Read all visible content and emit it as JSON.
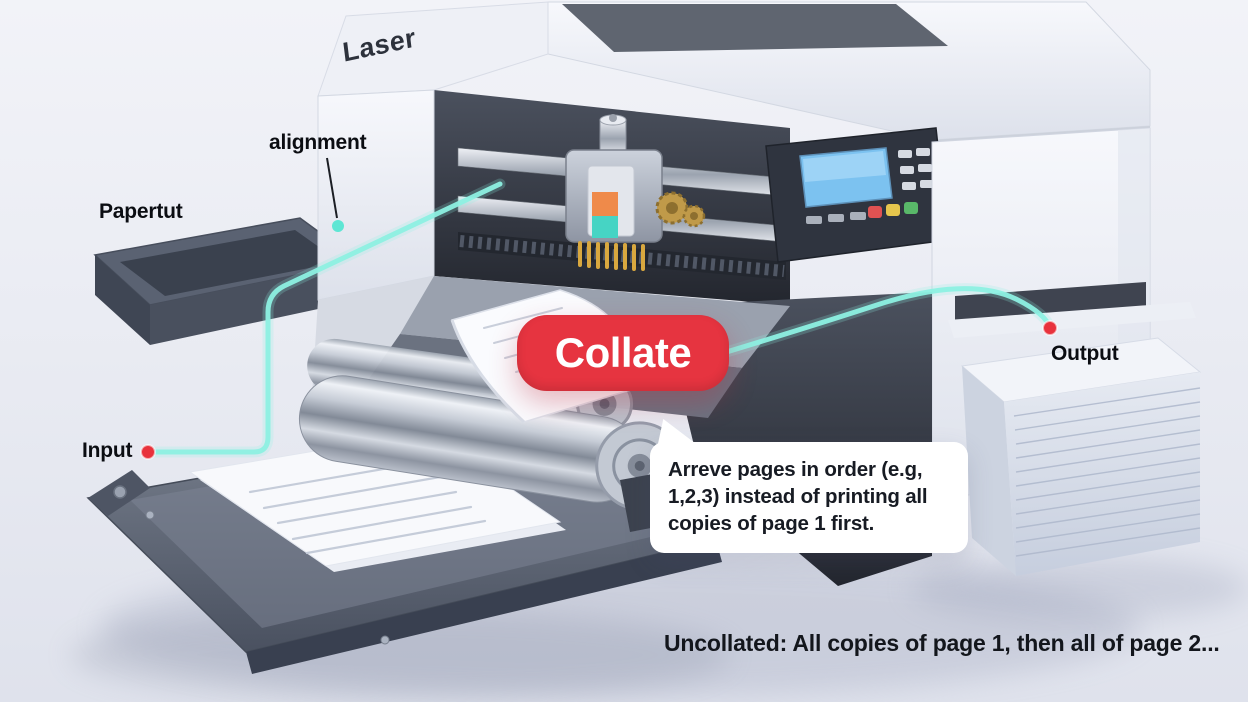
{
  "scene": {
    "background_top": "#f2f3f8",
    "background_bottom": "#dfe2ec"
  },
  "printer": {
    "brand_label": "Laser"
  },
  "labels": {
    "alignment": "alignment",
    "paper_out": "Papertut",
    "input": "Input",
    "output": "Output"
  },
  "collate_badge": {
    "label": "Collate",
    "color": "#e63440"
  },
  "speech_bubble": {
    "text": "Arreve pages in order (e.g, 1,2,3) instead of printing all copies of page 1 first."
  },
  "caption": {
    "text": "Uncollated: All copies of page 1, then all of page 2..."
  },
  "flow": {
    "line_color": "#8df0e2",
    "marker_color": "#e8323c",
    "alignment_marker_color": "#5ee6d4"
  }
}
